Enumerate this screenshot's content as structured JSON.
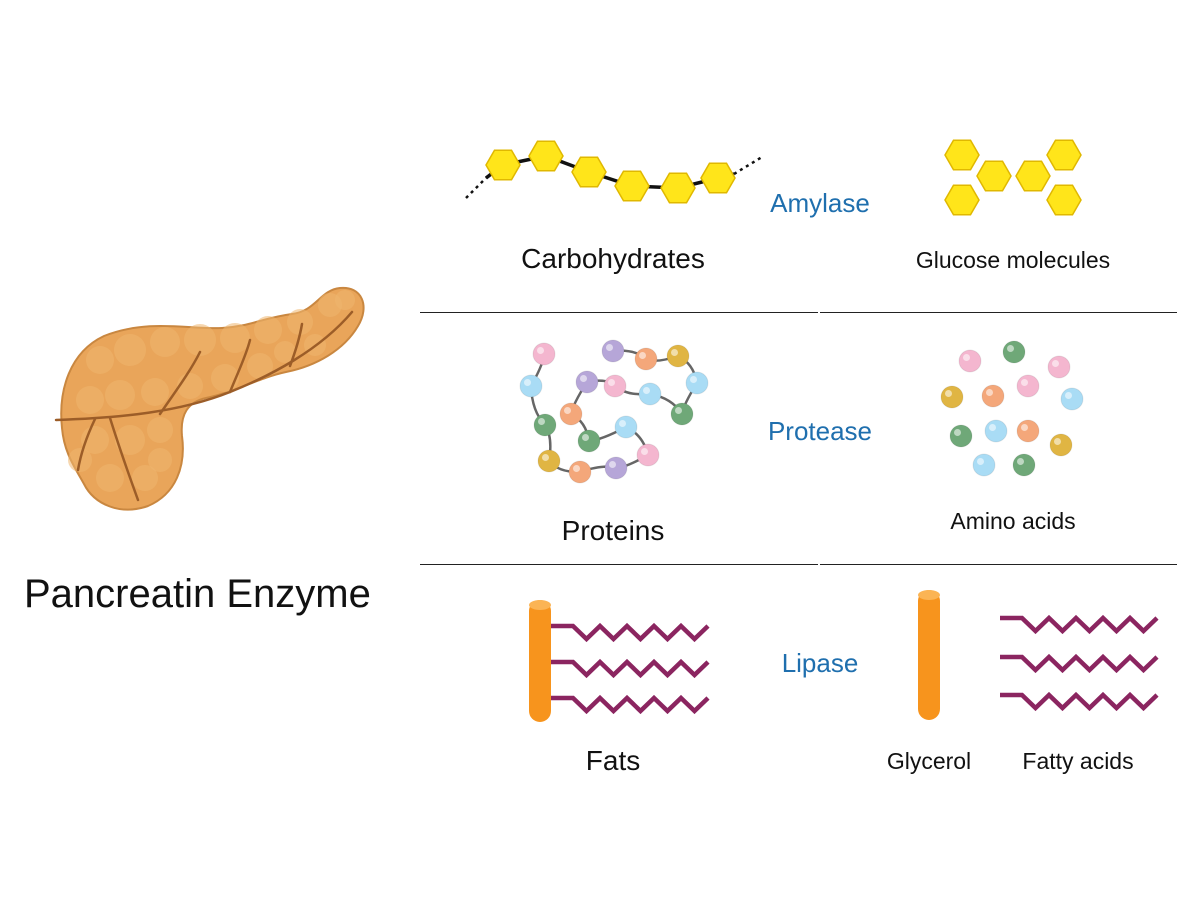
{
  "title": "Pancreatin Enzyme",
  "rows": [
    {
      "substrate": "Carbohydrates",
      "enzyme": "Amylase",
      "products": [
        "Glucose molecules"
      ]
    },
    {
      "substrate": "Proteins",
      "enzyme": "Protease",
      "products": [
        "Amino acids"
      ]
    },
    {
      "substrate": "Fats",
      "enzyme": "Lipase",
      "products": [
        "Glycerol",
        "Fatty acids"
      ]
    }
  ],
  "colors": {
    "enzyme_text": "#1f6fae",
    "hexagon_fill": "#ffe51a",
    "hexagon_stroke": "#e0b800",
    "glycerol": "#f7941d",
    "fatty_acid": "#8b2560",
    "pancreas": "#e9a55a",
    "beads": [
      "#f4b6cf",
      "#a9dcf5",
      "#b6a6d8",
      "#f4a77a",
      "#e0b543",
      "#6fa878"
    ]
  },
  "icons": [
    "pancreas-icon",
    "carbohydrate-chain-icon",
    "glucose-icon",
    "protein-chain-icon",
    "amino-acid-icon",
    "glycerol-icon",
    "fatty-acid-icon"
  ]
}
